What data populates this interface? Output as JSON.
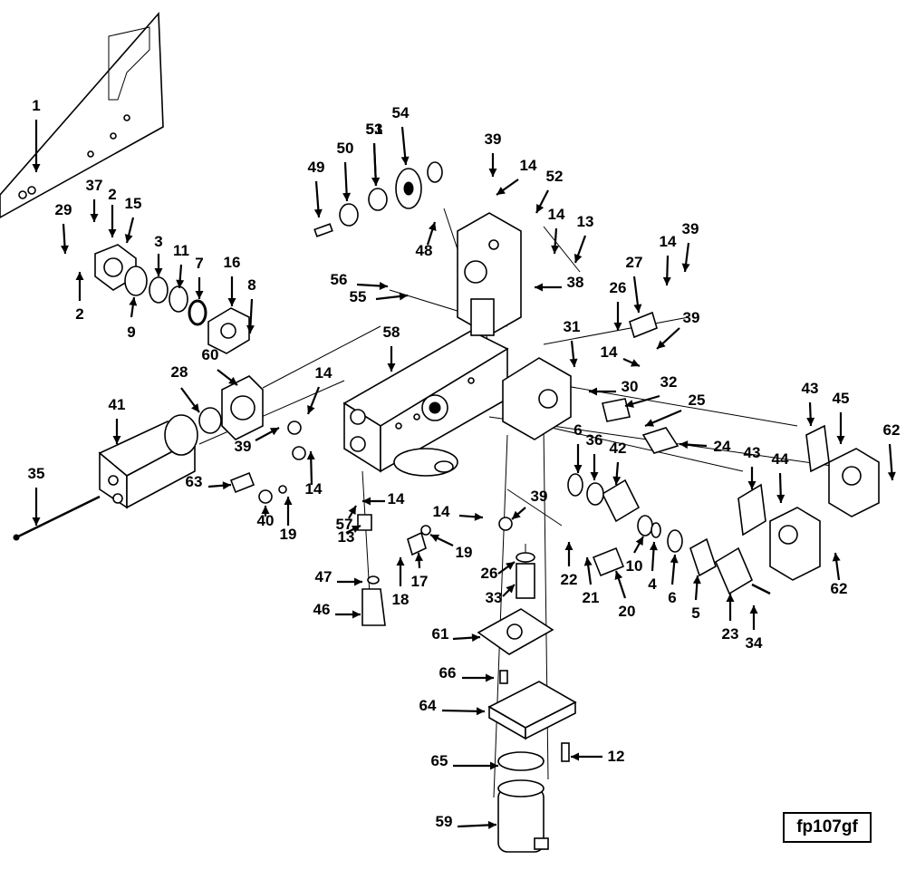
{
  "figure_id": "fp107gf",
  "callouts": [
    {
      "part": "1"
    },
    {
      "part": "2"
    },
    {
      "part": "2"
    },
    {
      "part": "3"
    },
    {
      "part": "4"
    },
    {
      "part": "5"
    },
    {
      "part": "6"
    },
    {
      "part": "6"
    },
    {
      "part": "7"
    },
    {
      "part": "8"
    },
    {
      "part": "9"
    },
    {
      "part": "10"
    },
    {
      "part": "11"
    },
    {
      "part": "12"
    },
    {
      "part": "13"
    },
    {
      "part": "13"
    },
    {
      "part": "14"
    },
    {
      "part": "14"
    },
    {
      "part": "14"
    },
    {
      "part": "14"
    },
    {
      "part": "14"
    },
    {
      "part": "14"
    },
    {
      "part": "14"
    },
    {
      "part": "14"
    },
    {
      "part": "15"
    },
    {
      "part": "16"
    },
    {
      "part": "17"
    },
    {
      "part": "18"
    },
    {
      "part": "19"
    },
    {
      "part": "19"
    },
    {
      "part": "20"
    },
    {
      "part": "21"
    },
    {
      "part": "22"
    },
    {
      "part": "23"
    },
    {
      "part": "24"
    },
    {
      "part": "25"
    },
    {
      "part": "26"
    },
    {
      "part": "26"
    },
    {
      "part": "27"
    },
    {
      "part": "28"
    },
    {
      "part": "29"
    },
    {
      "part": "30"
    },
    {
      "part": "31"
    },
    {
      "part": "32"
    },
    {
      "part": "33"
    },
    {
      "part": "34"
    },
    {
      "part": "35"
    },
    {
      "part": "36"
    },
    {
      "part": "37"
    },
    {
      "part": "38"
    },
    {
      "part": "39"
    },
    {
      "part": "39"
    },
    {
      "part": "39"
    },
    {
      "part": "39"
    },
    {
      "part": "39"
    },
    {
      "part": "40"
    },
    {
      "part": "41"
    },
    {
      "part": "42"
    },
    {
      "part": "43"
    },
    {
      "part": "43"
    },
    {
      "part": "44"
    },
    {
      "part": "45"
    },
    {
      "part": "46"
    },
    {
      "part": "47"
    },
    {
      "part": "48"
    },
    {
      "part": "49"
    },
    {
      "part": "50"
    },
    {
      "part": "51"
    },
    {
      "part": "52"
    },
    {
      "part": "53"
    },
    {
      "part": "54"
    },
    {
      "part": "55"
    },
    {
      "part": "56"
    },
    {
      "part": "57"
    },
    {
      "part": "58"
    },
    {
      "part": "59"
    },
    {
      "part": "60"
    },
    {
      "part": "61"
    },
    {
      "part": "62"
    },
    {
      "part": "62"
    },
    {
      "part": "63"
    },
    {
      "part": "64"
    },
    {
      "part": "65"
    },
    {
      "part": "66"
    }
  ]
}
